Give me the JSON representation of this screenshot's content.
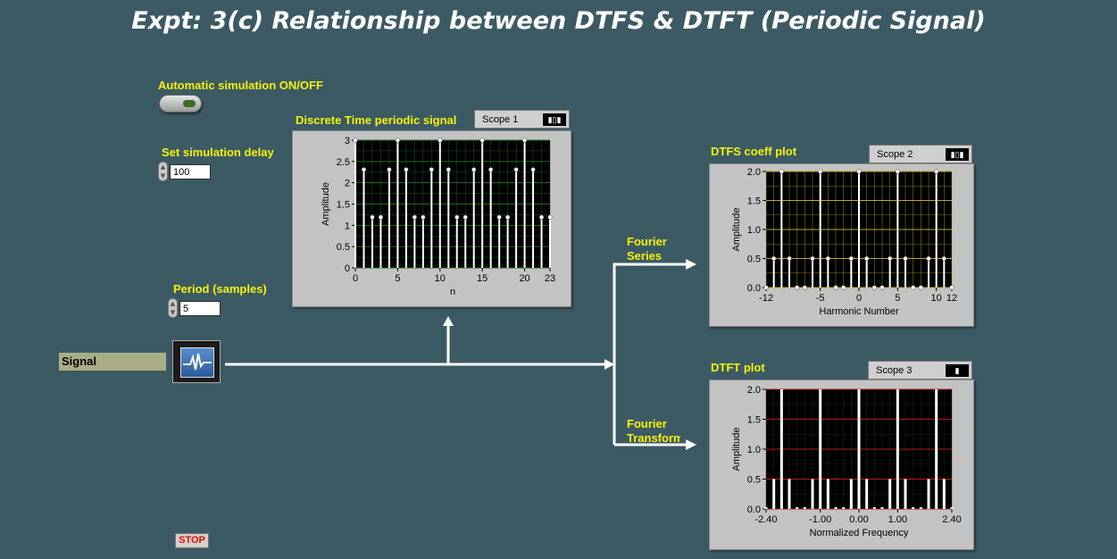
{
  "title": "Expt: 3(c) Relationship between DTFS & DTFT (Periodic Signal)",
  "controls": {
    "auto_sim_label": "Automatic simulation ON/OFF",
    "delay_label": "Set simulation delay",
    "delay_value": "100",
    "period_label": "Period (samples)",
    "period_value": "5",
    "signal_label": "Signal",
    "stop_label": "STOP"
  },
  "wires": {
    "fourier_series_label": "Fourier Series",
    "fourier_transform_label": "Fourier Transform"
  },
  "colors": {
    "background": "#3c5a64",
    "label_yellow": "#f5f20a",
    "plot_bg": "#000000",
    "grid_green": "#1e6b1e",
    "grid_yellow": "#b8a832",
    "grid_red": "#b01c1c"
  },
  "icons": {
    "signal_icon": "waveform-icon",
    "spinner": "up-down-arrows-icon",
    "scope_palette": "graph-palette-icon"
  },
  "chart_data": [
    {
      "id": "scope1",
      "type": "stem",
      "title": "Discrete Time periodic signal",
      "scope_label": "Scope 1",
      "xlabel": "n",
      "ylabel": "Amplitude",
      "xlim": [
        0,
        23
      ],
      "ylim": [
        0,
        3
      ],
      "xticks": [
        0,
        5,
        10,
        15,
        20,
        23
      ],
      "yticks": [
        0,
        0.5,
        1,
        1.5,
        2,
        2.5,
        3
      ],
      "grid": "green",
      "x": [
        0,
        1,
        2,
        3,
        4,
        5,
        6,
        7,
        8,
        9,
        10,
        11,
        12,
        13,
        14,
        15,
        16,
        17,
        18,
        19,
        20,
        21,
        22,
        23
      ],
      "values": [
        3,
        2.31,
        1.19,
        1.19,
        2.31,
        3,
        2.31,
        1.19,
        1.19,
        2.31,
        3,
        2.31,
        1.19,
        1.19,
        2.31,
        3,
        2.31,
        1.19,
        1.19,
        2.31,
        3,
        2.31,
        1.19,
        1.19
      ]
    },
    {
      "id": "scope2",
      "type": "stem",
      "title": "DTFS coeff plot",
      "scope_label": "Scope 2",
      "xlabel": "Harmonic Number",
      "ylabel": "Amplitude",
      "xlim": [
        -12,
        12
      ],
      "ylim": [
        0,
        2
      ],
      "xticks": [
        -12,
        -5,
        0,
        5,
        10,
        12
      ],
      "yticks": [
        0,
        0.5,
        1,
        1.5,
        2
      ],
      "grid": "yellow",
      "x": [
        -12,
        -11,
        -10,
        -9,
        -8,
        -7,
        -6,
        -5,
        -4,
        -3,
        -2,
        -1,
        0,
        1,
        2,
        3,
        4,
        5,
        6,
        7,
        8,
        9,
        10,
        11,
        12
      ],
      "values": [
        0,
        0.5,
        2,
        0.5,
        0,
        0,
        0.5,
        2,
        0.5,
        0,
        0,
        0.5,
        2,
        0.5,
        0,
        0,
        0.5,
        2,
        0.5,
        0,
        0,
        0.5,
        2,
        0.5,
        0
      ]
    },
    {
      "id": "scope3",
      "type": "bar",
      "title": "DTFT  plot",
      "scope_label": "Scope 3",
      "xlabel": "Normalized Frequency",
      "ylabel": "Amplitude",
      "xlim": [
        -2.4,
        2.4
      ],
      "ylim": [
        0,
        2
      ],
      "xticks": [
        -2.4,
        -1,
        0,
        1,
        2.4
      ],
      "xtick_labels": [
        "-2.40",
        "-1.00",
        "0.00",
        "1.00",
        "2.40"
      ],
      "yticks": [
        0,
        0.5,
        1,
        1.5,
        2
      ],
      "ytick_labels": [
        "0.0",
        "0.5",
        "1.0",
        "1.5",
        "2.0"
      ],
      "grid": "red",
      "x": [
        -2.4,
        -2.2,
        -2.0,
        -1.8,
        -1.6,
        -1.4,
        -1.2,
        -1.0,
        -0.8,
        -0.6,
        -0.4,
        -0.2,
        0,
        0.2,
        0.4,
        0.6,
        0.8,
        1.0,
        1.2,
        1.4,
        1.6,
        1.8,
        2.0,
        2.2,
        2.4
      ],
      "values": [
        0,
        0.5,
        2,
        0.5,
        0,
        0,
        0.5,
        2,
        0.5,
        0,
        0,
        0.5,
        2,
        0.5,
        0,
        0,
        0.5,
        2,
        0.5,
        0,
        0,
        0.5,
        2,
        0.5,
        0
      ]
    }
  ]
}
